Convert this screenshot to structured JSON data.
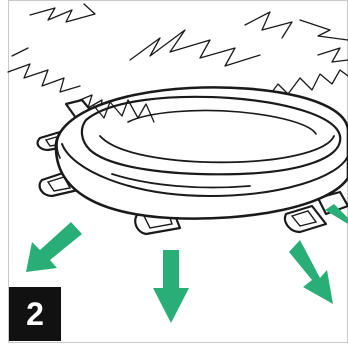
{
  "step": {
    "number": "2"
  },
  "colors": {
    "arrow": "#2aae78",
    "outline": "#1a1a1a",
    "border": "#c8c8c8",
    "badge_bg": "#111111",
    "badge_text": "#ffffff"
  },
  "arrows": {
    "count": 4,
    "direction": "outward-down"
  }
}
